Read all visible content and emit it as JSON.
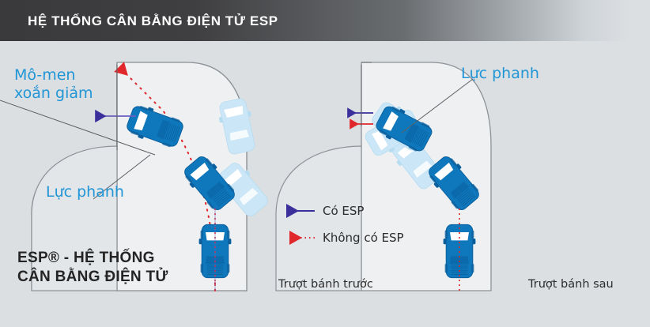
{
  "header": {
    "title": "HỆ THỐNG CÂN BẰNG ĐIỆN TỬ ESP",
    "bar_color_left": "#3a3a3c",
    "bar_color_right": "#dcdfe2",
    "title_color": "#ffffff"
  },
  "page": {
    "background_color": "#dcdfe2",
    "road_fill": "#eef0f2",
    "road_stroke": "#8d9297"
  },
  "colors": {
    "accent_blue": "#2196d6",
    "car_blue": "#0f78bd",
    "car_blue_dark": "#0a5f9c",
    "ghost_blue": "#cbe6f6",
    "esp_arrow": "#3a2f9b",
    "no_esp_arrow": "#e0272b",
    "text_dark": "#242424"
  },
  "left_panel": {
    "caption": "Trượt bánh trước",
    "labels": [
      {
        "id": "torque-reduction",
        "text_line1": "Mô-men",
        "text_line2": "xoắn giảm"
      },
      {
        "id": "brake-force",
        "text": "Lực phanh"
      }
    ]
  },
  "right_panel": {
    "caption": "Trượt bánh sau",
    "labels": [
      {
        "id": "brake-force",
        "text": "Lực phanh"
      }
    ]
  },
  "legend": {
    "items": [
      {
        "id": "with-esp",
        "label": "Có ESP",
        "style": "solid",
        "color": "#3a2f9b"
      },
      {
        "id": "without-esp",
        "label": "Không có ESP",
        "style": "dotted",
        "color": "#e0272b"
      }
    ]
  },
  "footer": {
    "esp_title": "ESP® - HỆ THỐNG\nCÂN BẰNG ĐIỆN TỬ"
  }
}
